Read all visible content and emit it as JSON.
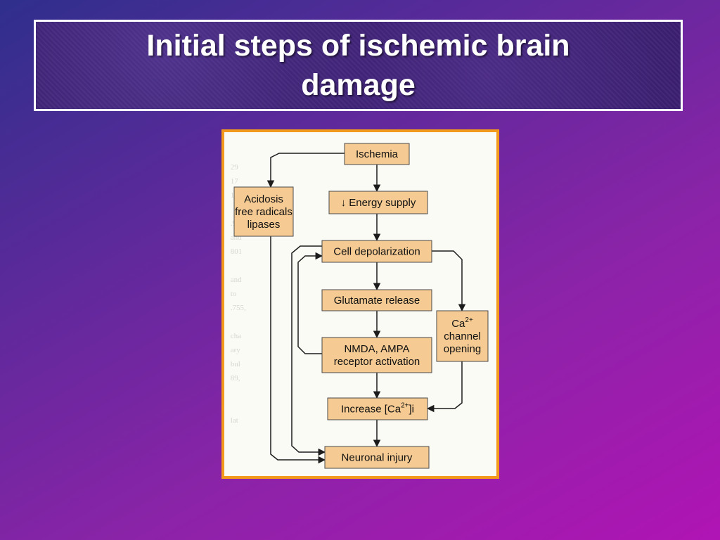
{
  "slide": {
    "title": "Initial steps of ischemic brain damage"
  },
  "diagram": {
    "nodes": {
      "ischemia": {
        "lines": [
          "Ischemia"
        ]
      },
      "acidosis": {
        "lines": [
          "Acidosis",
          "free radicals",
          "lipases"
        ]
      },
      "energy": {
        "lines": [
          "↓ Energy supply"
        ]
      },
      "depol": {
        "lines": [
          "Cell depolarization"
        ]
      },
      "glutamate": {
        "lines": [
          "Glutamate release"
        ]
      },
      "ca_channel": {
        "lines": [
          "Ca2+",
          "channel",
          "opening"
        ]
      },
      "nmda": {
        "lines": [
          "NMDA, AMPA",
          "receptor activation"
        ]
      },
      "increase_ca": {
        "lines": [
          "Increase [Ca2+]i"
        ]
      },
      "injury": {
        "lines": [
          "Neuronal injury"
        ]
      }
    },
    "edges": [
      [
        "ischemia",
        "energy"
      ],
      [
        "ischemia",
        "acidosis"
      ],
      [
        "energy",
        "depol"
      ],
      [
        "depol",
        "glutamate"
      ],
      [
        "depol",
        "ca_channel"
      ],
      [
        "glutamate",
        "nmda"
      ],
      [
        "nmda",
        "depol"
      ],
      [
        "nmda",
        "increase_ca"
      ],
      [
        "ca_channel",
        "increase_ca"
      ],
      [
        "increase_ca",
        "injury"
      ],
      [
        "acidosis",
        "injury"
      ],
      [
        "depol",
        "injury"
      ]
    ],
    "colors": {
      "node_fill": "#f5cb93",
      "frame_border": "#f39a1c"
    }
  }
}
